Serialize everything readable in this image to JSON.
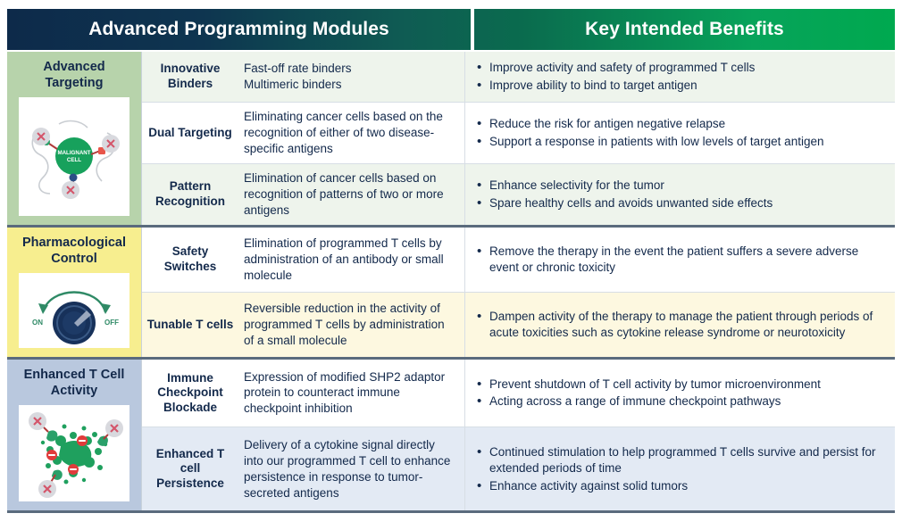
{
  "header": {
    "left_title": "Advanced Programming Modules",
    "right_title": "Key Intended Benefits",
    "gradient_start": "#0d2a4a",
    "gradient_end": "#00a94f",
    "text_color": "#ffffff"
  },
  "theme": {
    "text_color": "#13294b",
    "group_separator": "#5a6b7d",
    "row_separator": "#d7dee5"
  },
  "groups": [
    {
      "title": "Advanced Targeting",
      "head_bg": "#b7d3ab",
      "figure_icon": "malignant-cell-diagram",
      "figure_label": "MALIGNANT CELL",
      "rows": [
        {
          "module": "Innovative Binders",
          "description": "Fast-off rate binders\nMultimeric binders",
          "row_bg": "#eef4ec",
          "benefits": [
            "Improve activity and safety of programmed T cells",
            "Improve ability to bind to target antigen"
          ]
        },
        {
          "module": "Dual Targeting",
          "description": "Eliminating cancer cells based on the recognition of either of two disease-specific antigens",
          "row_bg": "#ffffff",
          "benefits": [
            "Reduce the risk for antigen negative relapse",
            "Support a response in patients with low levels of target antigen"
          ]
        },
        {
          "module": "Pattern Recognition",
          "description": "Elimination of cancer cells based on recognition of patterns of two or more antigens",
          "row_bg": "#eef4ec",
          "benefits": [
            "Enhance selectivity for the tumor",
            "Spare healthy cells and avoids unwanted side effects"
          ]
        }
      ]
    },
    {
      "title": "Pharmacological Control",
      "head_bg": "#f7ee8f",
      "figure_icon": "on-off-dial-diagram",
      "figure_label_on": "ON",
      "figure_label_off": "OFF",
      "rows": [
        {
          "module": "Safety Switches",
          "description": "Elimination of programmed T cells by administration of an antibody or small molecule",
          "row_bg": "#ffffff",
          "benefits": [
            "Remove the therapy in the event the patient suffers a severe adverse event or chronic toxicity"
          ]
        },
        {
          "module": "Tunable T cells",
          "description": "Reversible reduction in the activity of programmed T cells by administration of a small molecule",
          "row_bg": "#fdf8e0",
          "benefits": [
            "Dampen activity of the therapy to manage the patient through periods of acute toxicities such as cytokine release syndrome or neurotoxicity"
          ]
        }
      ]
    },
    {
      "title": "Enhanced T Cell Activity",
      "head_bg": "#b9c8de",
      "figure_icon": "t-cell-activity-diagram",
      "rows": [
        {
          "module": "Immune Checkpoint Blockade",
          "description": " Expression of modified SHP2 adaptor protein to counteract immune checkpoint inhibition",
          "row_bg": "#ffffff",
          "benefits": [
            "Prevent shutdown of T cell activity by tumor microenvironment",
            "Acting across a range of immune checkpoint pathways"
          ]
        },
        {
          "module": "Enhanced T cell Persistence",
          "description": "Delivery of a cytokine signal directly into our programmed T cell to enhance persistence in response to tumor-secreted antigens",
          "row_bg": "#e3eaf4",
          "benefits": [
            "Continued stimulation to help programmed T cells survive and persist for extended periods of time",
            "Enhance activity against solid tumors"
          ]
        }
      ]
    }
  ]
}
